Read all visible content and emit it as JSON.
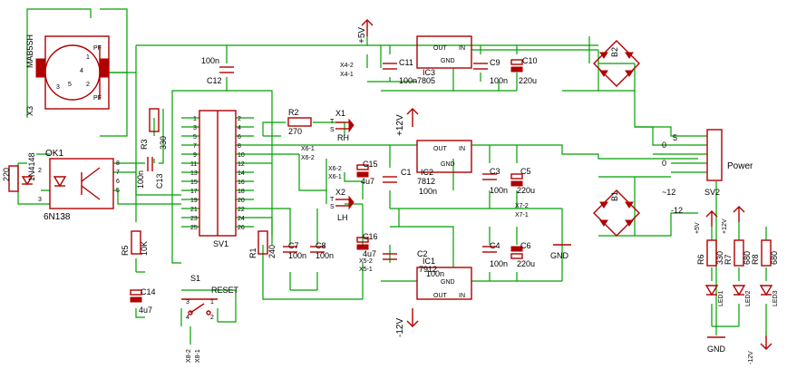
{
  "components": {
    "x3": {
      "ref": "X3",
      "part": "MAB5SH",
      "pins": {
        "p1": "1",
        "p2": "2",
        "p3": "3",
        "p4": "4",
        "p5": "5",
        "pf1": "PF",
        "pf2": "PF"
      }
    },
    "ok1": {
      "ref": "OK1",
      "part": "6N138",
      "pins": [
        "2",
        "3",
        "8",
        "7",
        "6",
        "5"
      ]
    },
    "d": {
      "part": "1N4148"
    },
    "r220": {
      "value": "220"
    },
    "r3": {
      "ref": "R3",
      "value": "330"
    },
    "r5": {
      "ref": "R5",
      "value": "10K"
    },
    "r1": {
      "ref": "R1",
      "value": "240"
    },
    "r2": {
      "ref": "R2",
      "value": "270"
    },
    "r6": {
      "ref": "R6",
      "value": "330"
    },
    "r7": {
      "ref": "R7",
      "value": "680"
    },
    "r8": {
      "ref": "R8",
      "value": "680"
    },
    "c12": {
      "ref": "C12",
      "value": "100n"
    },
    "c13": {
      "ref": "C13",
      "value": "100n"
    },
    "c14": {
      "ref": "C14",
      "value": "4u7"
    },
    "c7": {
      "ref": "C7",
      "value": "100n"
    },
    "c8": {
      "ref": "C8",
      "value": "100n"
    },
    "c15": {
      "ref": "C15",
      "value": "4u7"
    },
    "c16": {
      "ref": "C16",
      "value": "4u7"
    },
    "c11": {
      "ref": "C11",
      "value": "100n"
    },
    "c9": {
      "ref": "C9",
      "value": "100n"
    },
    "c10": {
      "ref": "C10",
      "value": "220u"
    },
    "c1": {
      "ref": "C1",
      "value": "100n"
    },
    "c2": {
      "ref": "C2",
      "value": "100n"
    },
    "c3": {
      "ref": "C3",
      "value": "100n"
    },
    "c4": {
      "ref": "C4",
      "value": "100n"
    },
    "c5": {
      "ref": "C5",
      "value": "220u"
    },
    "c6": {
      "ref": "C6",
      "value": "220u"
    },
    "ic1": {
      "ref": "IC1",
      "part": "7912"
    },
    "ic2": {
      "ref": "IC2",
      "part": "7812"
    },
    "ic3": {
      "ref": "IC3",
      "part": "7805"
    },
    "ic_pins": {
      "out": "OUT",
      "in": "IN",
      "gnd": "GND"
    },
    "sv1": {
      "ref": "SV1",
      "pins_left": [
        "1",
        "3",
        "5",
        "7",
        "9",
        "11",
        "13",
        "15",
        "17",
        "19",
        "21",
        "23",
        "25"
      ],
      "pins_right": [
        "2",
        "4",
        "6",
        "8",
        "10",
        "12",
        "14",
        "16",
        "18",
        "20",
        "22",
        "24",
        "26"
      ]
    },
    "sv2": {
      "ref": "SV2",
      "label": "Power",
      "nets": [
        "5",
        "0",
        "0",
        "~12",
        "-12"
      ]
    },
    "b1": {
      "ref": "B1"
    },
    "b2": {
      "ref": "B2"
    },
    "x1": {
      "ref": "X1",
      "label": "RH",
      "pins": [
        "T",
        "S"
      ]
    },
    "x2": {
      "ref": "X2",
      "label": "LH",
      "pins": [
        "T",
        "S"
      ]
    },
    "s1": {
      "ref": "S1",
      "label": "RESET",
      "pins": [
        "1",
        "2",
        "3",
        "4"
      ]
    },
    "leds": [
      "LED1",
      "LED2",
      "LED3"
    ]
  },
  "nets": {
    "vcc5": "+5V",
    "vcc12": "+12V",
    "vee12": "-12V",
    "gnd": "GND"
  },
  "connectors": {
    "x4_2": "X4-2",
    "x4_1": "X4-1",
    "x6_1": "X6-1",
    "x6_2": "X6-2",
    "x5_1": "X5-1",
    "x5_2": "X5-2",
    "x7_1": "X7-1",
    "x7_2": "X7-2",
    "x8_1": "X8-1",
    "x8_2": "X8-2"
  },
  "colors": {
    "wire": "#00a000",
    "part": "#b00000",
    "text": "#000000"
  }
}
